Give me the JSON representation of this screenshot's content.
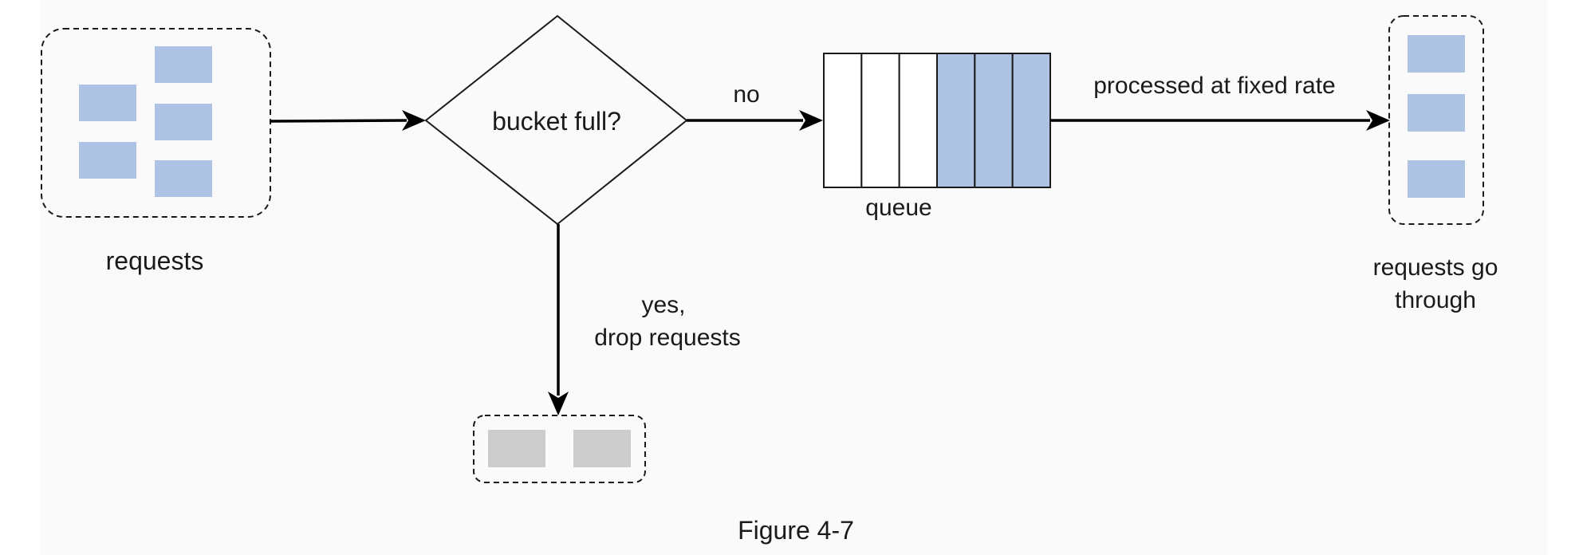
{
  "diagram": {
    "requests_label": "requests",
    "decision_label": "bucket full?",
    "no_label": "no",
    "yes_label_line1": "yes,",
    "yes_label_line2": "drop requests",
    "queue_label": "queue",
    "processed_label": "processed at fixed rate",
    "output_label_line1": "requests go",
    "output_label_line2": "through",
    "figure_caption": "Figure 4-7"
  },
  "queue": {
    "total_slots": 6,
    "filled_slots": 3
  },
  "colors": {
    "request": "#aec2e4",
    "dropped": "#cccccc",
    "background": "#fafafa"
  }
}
